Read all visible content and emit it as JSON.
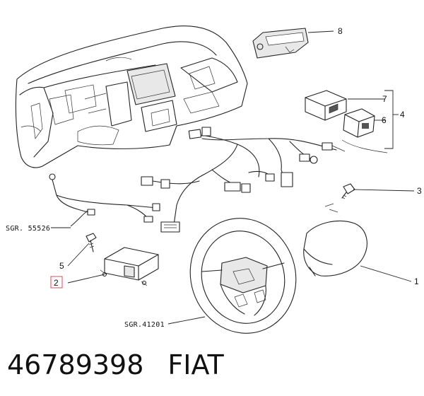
{
  "callouts": {
    "c1": "1",
    "c2": "2",
    "c3": "3",
    "c4": "4",
    "c5": "5",
    "c6": "6",
    "c7": "7",
    "c8": "8"
  },
  "references": {
    "harness_ref": "SGR. 55526",
    "steering_ref": "SGR.41201"
  },
  "footer": {
    "part_number": "46789398",
    "brand": "FIAT"
  },
  "colors": {
    "ink": "#222222",
    "highlight_box": "#e0485a"
  }
}
